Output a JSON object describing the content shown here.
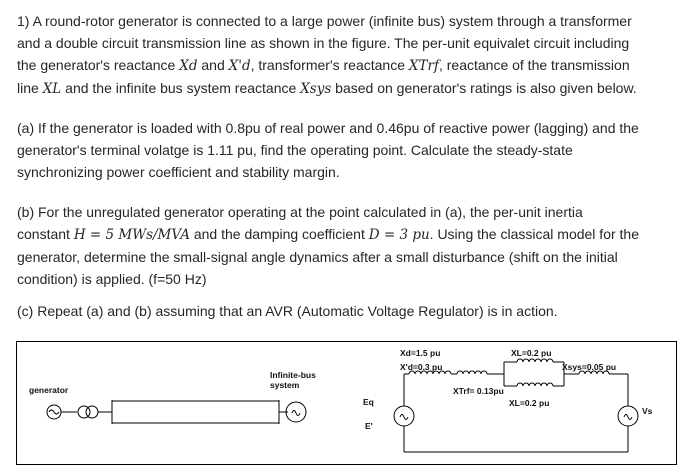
{
  "problem": {
    "intro": {
      "l1": "1) A round-rotor generator is connected to a large power (infinite bus) system through a transformer",
      "l2": "and a double circuit transmission line as shown in the figure. The per-unit equivalet circuit including",
      "l3a": "the generator's reactance ",
      "xd": "Xd",
      "l3b": " and ",
      "xdp": "X'd",
      "l3c": ", transformer's reactance ",
      "xtrf": "XTrf",
      "l3d": ", reactance of the transmission",
      "l4a": "line ",
      "xl": "XL",
      "l4b": " and the infinite bus system reactance ",
      "xsys": "Xsys",
      "l4c": " based on generator's ratings is also given below."
    },
    "part_a": {
      "l1": "(a) If the generator is loaded with 0.8pu of real power and 0.46pu of reactive power (lagging) and the",
      "l2": "generator's terminal volatge is 1.11 pu, find the operating point. Calculate the steady-state",
      "l3": "synchronizing power coefficient and stability margin."
    },
    "part_b": {
      "l1": "(b) For the unregulated generator operating at the point calculated in (a), the per-unit inertia",
      "l2a": "constant ",
      "h": "H = 5 MWs/MVA",
      "l2b": " and the damping coefficient ",
      "d": "D = 3 pu",
      "l2c": ". Using the classical model for the",
      "l3": "generator,  determine the small-signal angle dynamics  after a small disturbance (shift on the initial",
      "l4": "condition) is applied. (f=50 Hz)"
    },
    "part_c": {
      "l1": "(c) Repeat (a) and (b) assuming that an AVR (Automatic Voltage Regulator) is in action."
    }
  },
  "figure": {
    "generator_label": "generator",
    "infinite_bus_label_1": "Infinite-bus",
    "infinite_bus_label_2": "system",
    "eq_label": "Eq",
    "eprime_label": "E'",
    "xd_label": "Xd=1.5 pu",
    "xdp_label": "X'd=0.3 pu",
    "xtrf_label": "XTrf= 0.13pu",
    "xl_top_label": "XL=0.2 pu",
    "xl_bottom_label": "XL=0.2 pu",
    "xsys_label": "Xsys=0.05 pu",
    "vs_label": "Vs"
  }
}
